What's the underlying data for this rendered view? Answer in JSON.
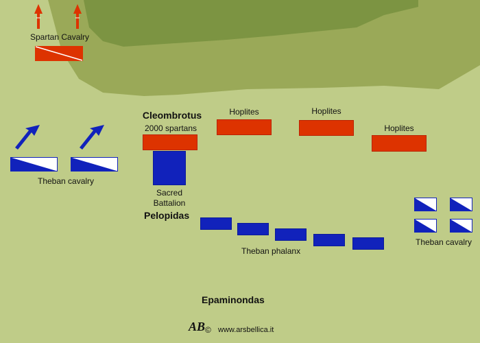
{
  "title": "Battle of Leuctra",
  "colors": {
    "background": "#bfcc88",
    "hill_dark": "#7c9442",
    "hill_mid": "#9aa958",
    "spartan": "#dd3300",
    "theban": "#1122bb"
  },
  "spartan": {
    "cavalry_label": "Spartan Cavalry",
    "commander": "Cleombrotus",
    "commander_unit": "2000 spartans",
    "hoplites": [
      "Hoplites",
      "Hoplites",
      "Hoplites"
    ]
  },
  "theban": {
    "left_cavalry_label": "Theban cavalry",
    "sacred_battalion": [
      "Sacred",
      "Battalion"
    ],
    "pelopidas": "Pelopidas",
    "phalanx_label": "Theban  phalanx",
    "right_cavalry_label": "Theban cavalry",
    "commander": "Epaminondas"
  },
  "credit": {
    "logo": "AB",
    "copyright": "©",
    "site": "www.arsbellica.it"
  }
}
